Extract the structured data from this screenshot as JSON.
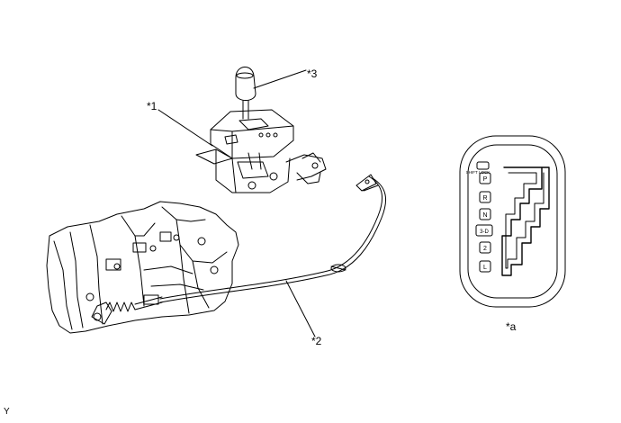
{
  "callouts": {
    "part1": "*1",
    "part2": "*2",
    "part3": "*3",
    "view_a": "*a"
  },
  "indicator": {
    "shift_lock": "SHIFT LOCK",
    "positions": [
      "P",
      "R",
      "N",
      "3-D",
      "2",
      "L"
    ]
  },
  "footer_code": "Y"
}
